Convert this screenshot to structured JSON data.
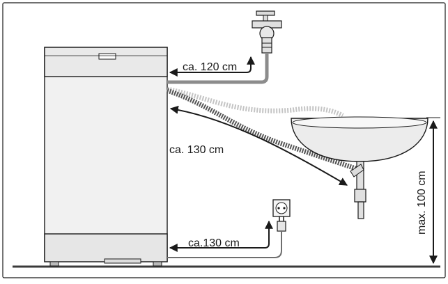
{
  "labels": {
    "water_hose": "ca. 120 cm",
    "drain_hose": "ca. 130 cm",
    "power_cord": "ca.130 cm",
    "sink_height": "max. 100 cm"
  },
  "colors": {
    "outline": "#1a1a1a",
    "appliance_fill": "#f1f1f1",
    "appliance_panel": "#e6e6e6",
    "hose_gray": "#8c8c8c",
    "hose_light": "#c4c4c4",
    "floor": "#3a3a3a"
  },
  "icons": {
    "tap": "water-tap-icon",
    "socket": "power-socket-icon",
    "plug": "power-plug-icon"
  }
}
